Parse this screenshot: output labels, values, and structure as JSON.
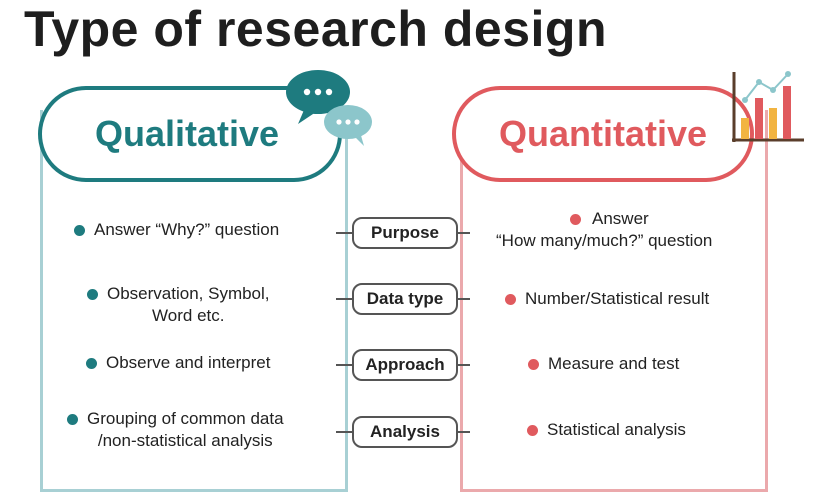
{
  "title": "Type of research design",
  "qualitative": {
    "label": "Qualitative",
    "items": [
      {
        "lines": [
          "Answer “Why?” question"
        ]
      },
      {
        "lines": [
          "Observation, Symbol,",
          "Word etc."
        ]
      },
      {
        "lines": [
          "Observe and interpret"
        ]
      },
      {
        "lines": [
          "Grouping of common data",
          "/non-statistical analysis"
        ]
      }
    ]
  },
  "quantitative": {
    "label": "Quantitative",
    "items": [
      {
        "lines": [
          "Answer",
          "“How many/much?” question"
        ]
      },
      {
        "lines": [
          "Number/Statistical result"
        ]
      },
      {
        "lines": [
          "Measure and test"
        ]
      },
      {
        "lines": [
          "Statistical analysis"
        ]
      }
    ]
  },
  "criteria": [
    "Purpose",
    "Data type",
    "Approach",
    "Analysis"
  ],
  "icons": {
    "qualitative": "speech-bubbles-icon",
    "quantitative": "bar-chart-icon"
  },
  "colors": {
    "teal": "#1e7b7f",
    "light_teal": "#a8d0d4",
    "red": "#e05a5e",
    "light_red": "#eba9ac",
    "orange": "#f2b441"
  }
}
